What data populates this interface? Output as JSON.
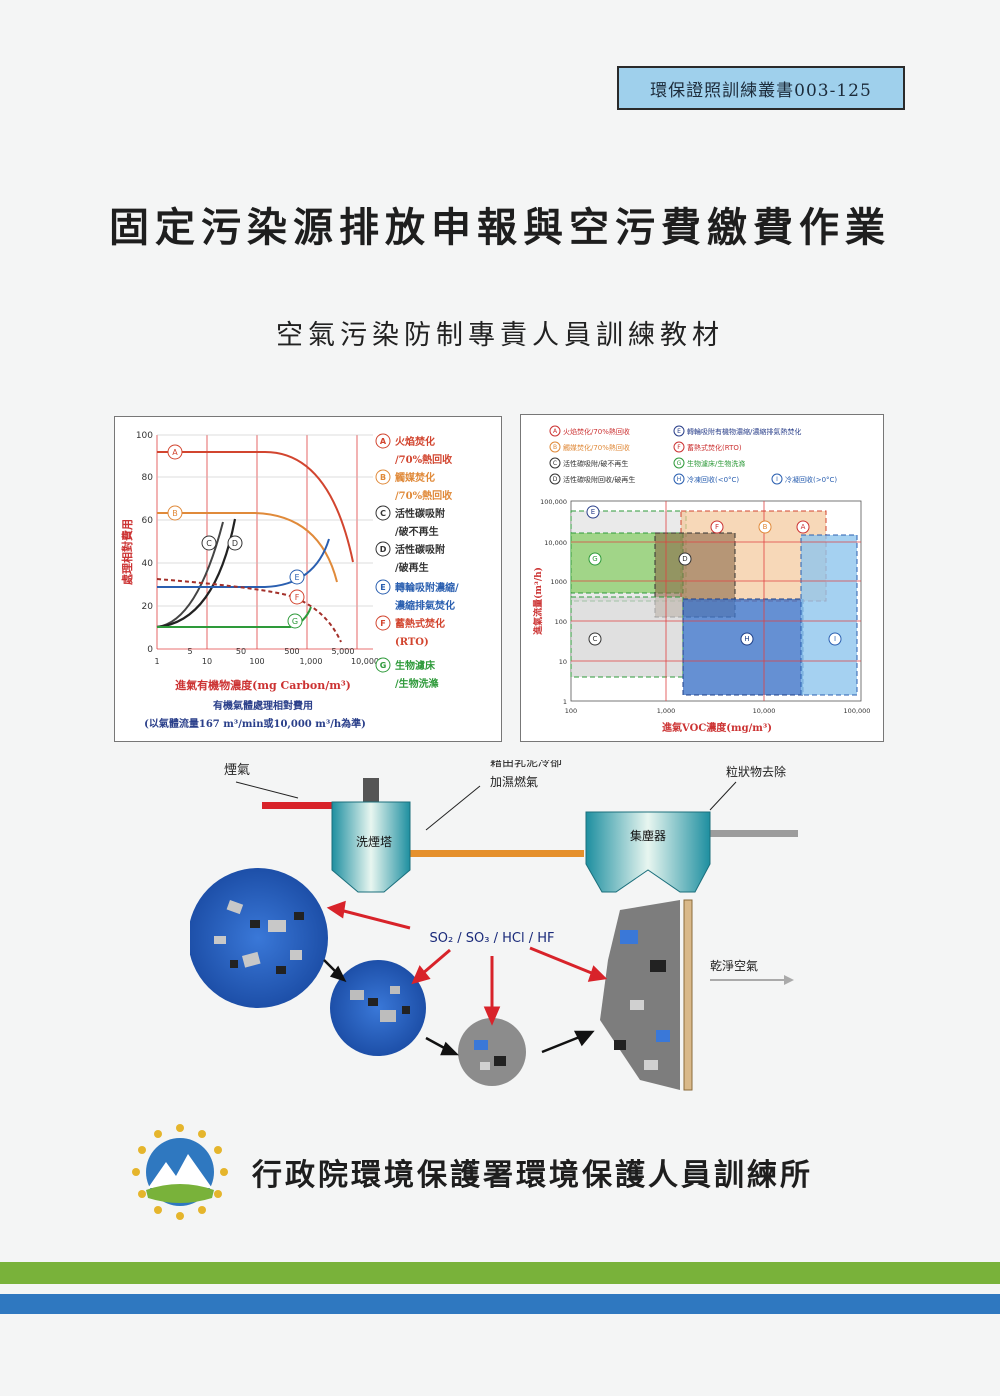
{
  "series_label": "環保證照訓練叢書003-125",
  "title": "固定污染源排放申報與空污費繳費作業",
  "subtitle": "空氣污染防制專責人員訓練教材",
  "colors": {
    "series_box_bg": "#9fd0ec",
    "stripe_green": "#79b23a",
    "stripe_blue": "#2f78c0",
    "curve_red": "#d2452f",
    "curve_orange": "#e08a3a",
    "curve_blue": "#2a5fb0",
    "curve_green": "#2e9a3a"
  },
  "left_chart": {
    "y_ticks": [
      "100",
      "80",
      "60",
      "40",
      "20",
      "0"
    ],
    "x_ticks": [
      "1",
      "5",
      "10",
      "50",
      "100",
      "500",
      "1,000",
      "5,000",
      "10,000"
    ],
    "ylabel": "處理相對費用",
    "xlabel": "進氣有機物濃度(mg Carbon/m³)",
    "caption_line1": "有機氣體處理相對費用",
    "caption_line2": "(以氣體流量167 m³/min或10,000 m³/h為準)",
    "curve_labels": [
      "A",
      "B",
      "C",
      "D",
      "E",
      "F",
      "G"
    ],
    "legend": [
      {
        "key": "A",
        "text": "火焰焚化",
        "text2": "/70%熱回收",
        "color": "#d2452f"
      },
      {
        "key": "B",
        "text": "觸媒焚化",
        "text2": "/70%熱回收",
        "color": "#e08a3a"
      },
      {
        "key": "C",
        "text": "活性碳吸附",
        "text2": "/破不再生",
        "color": "#333333"
      },
      {
        "key": "D",
        "text": "活性碳吸附",
        "text2": "/破再生",
        "color": "#333333"
      },
      {
        "key": "E",
        "text": "轉輪吸附濃縮/",
        "text2": "濃縮排氣焚化",
        "color": "#2a5fb0"
      },
      {
        "key": "F",
        "text": "蓄熱式焚化",
        "text2": "(RTO)",
        "color": "#d2452f"
      },
      {
        "key": "G",
        "text": "生物濾床",
        "text2": "/生物洗滌",
        "color": "#2e9a3a"
      }
    ]
  },
  "right_chart": {
    "legend": [
      {
        "key": "A",
        "text": "火焰焚化/70%熱回收"
      },
      {
        "key": "E",
        "text": "轉輪吸附有機物濃縮/濃縮排氣熱焚化"
      },
      {
        "key": "B",
        "text": "觸媒焚化/70%熱回收"
      },
      {
        "key": "F",
        "text": "蓄熱式焚化(RTO)"
      },
      {
        "key": "C",
        "text": "活性碳吸附/破不再生"
      },
      {
        "key": "G",
        "text": "生物濾床/生物洗滌"
      },
      {
        "key": "D",
        "text": "活性碳吸附回收/破再生"
      },
      {
        "key": "H",
        "text": "冷凍回收(<0°C)"
      },
      {
        "key": "I",
        "text": "冷凝回收(>0°C)"
      }
    ],
    "y_ticks": [
      "100,000",
      "10,000",
      "1000",
      "100",
      "10",
      "1"
    ],
    "x_ticks": [
      "100",
      "1,000",
      "10,000",
      "100,000"
    ],
    "ylabel": "進氣流量(m³/h)",
    "xlabel": "進氣VOC濃度(mg/m³)",
    "region_labels": [
      "E",
      "F",
      "B",
      "A",
      "G",
      "D",
      "H",
      "I",
      "C"
    ]
  },
  "diagram": {
    "flue_gas": "煙氣",
    "scrubber_note_line1": "藉由乳泥冷卻",
    "scrubber_note_line2": "加濕燃氣",
    "particulate_removal": "粒狀物去除",
    "scrubber": "洗煙塔",
    "dust_collector": "集塵器",
    "acid_gases": "SO₂ / SO₃ / HCl / HF",
    "clean_air": "乾淨空氣"
  },
  "organization": "行政院環境保護署環境保護人員訓練所"
}
